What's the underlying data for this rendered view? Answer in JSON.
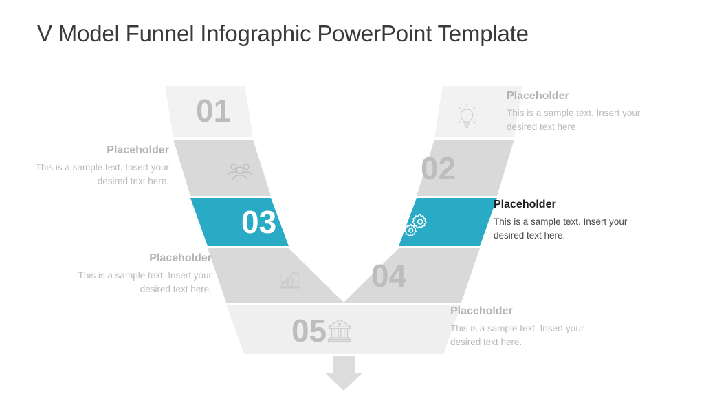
{
  "slide": {
    "title": "V Model Funnel Infographic PowerPoint Template",
    "background": "#ffffff"
  },
  "colors": {
    "band_light": "#f2f2f2",
    "band_medium": "#d9d9d9",
    "band_accent": "#29abc6",
    "number_gray": "#bdbdbd",
    "number_active": "#ffffff",
    "title_text": "#3a3a3a",
    "heading_gray": "#b3b3b3",
    "body_gray": "#b9b9b9",
    "heading_active": "#1c1c1c",
    "body_active": "#4a4a4a",
    "arrow_gray": "#dcdcdc"
  },
  "funnel": {
    "shape": "v-model-inverted-funnel",
    "arrow_icon": "arrow-down-icon",
    "steps": [
      {
        "number": "01",
        "icon": "lightbulb-icon",
        "fill": "#f2f2f2",
        "active": false,
        "number_side": "left",
        "icon_side": "right",
        "text_side": "right",
        "heading": "Placeholder",
        "body": "This is a sample text. Insert your desired text here."
      },
      {
        "number": "02",
        "icon": "people-group-icon",
        "fill": "#d9d9d9",
        "active": false,
        "number_side": "right",
        "icon_side": "left",
        "text_side": "left",
        "heading": "Placeholder",
        "body": "This is a sample text. Insert your desired text here."
      },
      {
        "number": "03",
        "icon": "gears-icon",
        "fill": "#29abc6",
        "active": true,
        "number_side": "left",
        "icon_side": "right",
        "text_side": "right",
        "heading": "Placeholder",
        "body": "This is a sample text. Insert your desired text here."
      },
      {
        "number": "04",
        "icon": "bar-chart-growth-icon",
        "fill": "#d9d9d9",
        "active": false,
        "number_side": "right",
        "icon_side": "left",
        "text_side": "left",
        "heading": "Placeholder",
        "body": "This is a sample text. Insert your desired text here."
      },
      {
        "number": "05",
        "icon": "bank-building-icon",
        "fill": "#efefef",
        "active": false,
        "number_side": "left",
        "icon_side": "right",
        "text_side": "right",
        "heading": "Placeholder",
        "body": "This is a sample text. Insert your desired text here."
      }
    ]
  }
}
